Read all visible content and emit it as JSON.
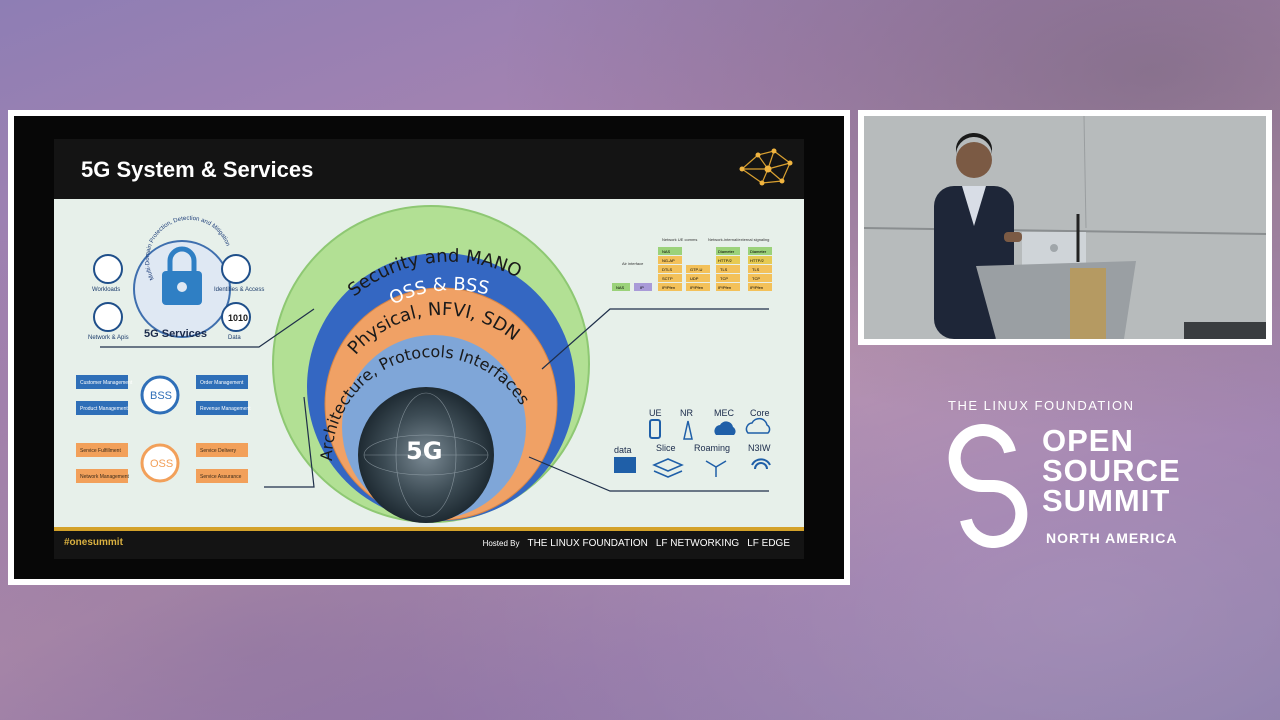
{
  "slide": {
    "title": "5G System & Services",
    "footer_hashtag": "#onesummit",
    "footer_hosted": "Hosted By",
    "footer_orgs": [
      "THE LINUX FOUNDATION",
      "LF NETWORKING",
      "LF EDGE"
    ],
    "rings": [
      "Security and MANO",
      "OSS & BSS",
      "Physical, NFVI, SDN",
      "Architecture, Protocols Interfaces"
    ],
    "core_label": "5G",
    "services": {
      "arc_text": "Multi-Domain Protection, Detection and Mitigation",
      "center_label": "5G Services",
      "items": [
        "Workloads",
        "Identities & Access",
        "Network & Apis",
        "Data"
      ]
    },
    "bss": {
      "label": "BSS",
      "items": [
        "Customer Management",
        "Order Management",
        "Product Management",
        "Revenue Management"
      ]
    },
    "oss": {
      "label": "OSS",
      "items": [
        "Service Fulfillment",
        "Service Delivery",
        "Network Management",
        "Service Assurance"
      ]
    },
    "protocols": {
      "headers": [
        "Air interface",
        "Network UE comms",
        "Network-internal/external signaling"
      ],
      "stack_air": [
        "NAS",
        "IP"
      ],
      "stack_ue": [
        "NAS",
        "NG-AP",
        "DTLS",
        "SCTP",
        "IP/Pfen"
      ],
      "stack_ue2": [
        "GTP-U",
        "UDP",
        "IP/Pfen"
      ],
      "stack_net": [
        "Diameter",
        "HTTP/2",
        "TLS",
        "TCP",
        "IP/Pfen"
      ],
      "stack_net2": [
        "Diameter",
        "HTTP/2",
        "TLS",
        "TCP",
        "IP/Pfen"
      ]
    },
    "network_elements": [
      "UE",
      "NR",
      "MEC",
      "Core",
      "data",
      "Slice",
      "Roaming",
      "N3IW"
    ]
  },
  "event": {
    "org": "THE LINUX FOUNDATION",
    "name_lines": [
      "OPEN",
      "SOURCE",
      "SUMMIT"
    ],
    "region": "NORTH AMERICA"
  },
  "colors": {
    "ring_outer": "#a6d98a",
    "ring_oss": "#3467c2",
    "ring_physical": "#f0a165",
    "ring_arch": "#7fa6d8",
    "title_bar": "#141414",
    "accent_gold": "#d4a22a"
  }
}
